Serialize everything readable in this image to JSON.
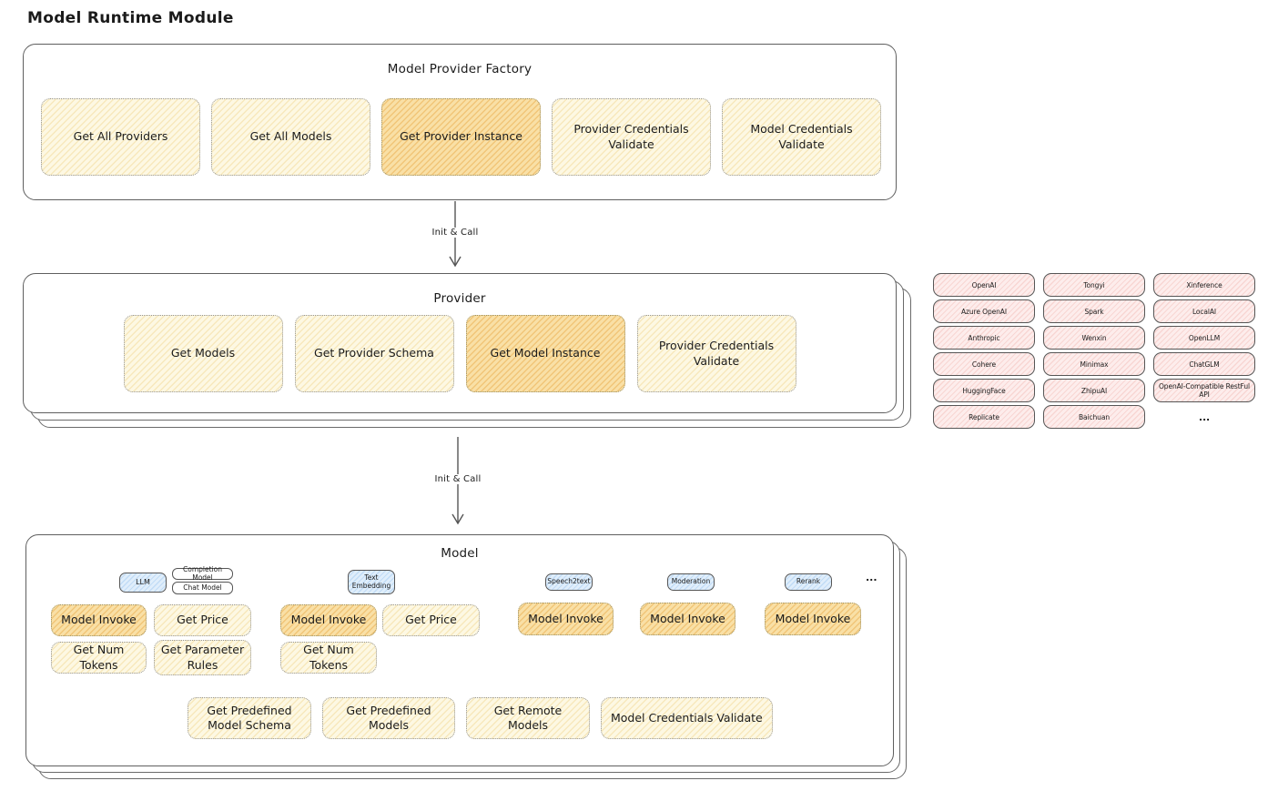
{
  "title": "Model Runtime Module",
  "arrows": {
    "arrow1": "Init & Call",
    "arrow2": "Init & Call"
  },
  "factory": {
    "title": "Model Provider Factory",
    "items": [
      {
        "label": "Get All Providers",
        "highlight": false
      },
      {
        "label": "Get All Models",
        "highlight": false
      },
      {
        "label": "Get Provider Instance",
        "highlight": true
      },
      {
        "label": "Provider Credentials Validate",
        "highlight": false
      },
      {
        "label": "Model Credentials Validate",
        "highlight": false
      }
    ]
  },
  "provider": {
    "title": "Provider",
    "items": [
      {
        "label": "Get Models",
        "highlight": false
      },
      {
        "label": "Get Provider Schema",
        "highlight": false
      },
      {
        "label": "Get Model Instance",
        "highlight": true
      },
      {
        "label": "Provider Credentials Validate",
        "highlight": false
      }
    ]
  },
  "providers_grid": {
    "cells": [
      {
        "label": "OpenAI"
      },
      {
        "label": "Tongyi"
      },
      {
        "label": "Xinference"
      },
      {
        "label": "Azure OpenAI"
      },
      {
        "label": "Spark"
      },
      {
        "label": "LocalAI"
      },
      {
        "label": "Anthropic"
      },
      {
        "label": "Wenxin"
      },
      {
        "label": "OpenLLM"
      },
      {
        "label": "Cohere"
      },
      {
        "label": "Minimax"
      },
      {
        "label": "ChatGLM"
      },
      {
        "label": "HuggingFace"
      },
      {
        "label": "ZhipuAI"
      },
      {
        "label": "OpenAI-Compatible RestFul API"
      },
      {
        "label": "Replicate"
      },
      {
        "label": "Baichuan"
      },
      {
        "label": "...",
        "plain": true
      }
    ]
  },
  "model": {
    "title": "Model",
    "tabs": {
      "llm": "LLM",
      "completion": "Completion Model",
      "chat": "Chat Model",
      "embedding": "Text Embedding",
      "speech": "Speech2text",
      "moderation": "Moderation",
      "rerank": "Rerank"
    },
    "more": "...",
    "boxes": [
      {
        "label": "Model Invoke",
        "highlight": true
      },
      {
        "label": "Get Price",
        "highlight": false
      },
      {
        "label": "Get Num Tokens",
        "highlight": false
      },
      {
        "label": "Get Parameter Rules",
        "highlight": false
      },
      {
        "label": "Model Invoke",
        "highlight": true
      },
      {
        "label": "Get Price",
        "highlight": false
      },
      {
        "label": "Get Num Tokens",
        "highlight": false
      },
      {
        "label": "Model Invoke",
        "highlight": true
      },
      {
        "label": "Model Invoke",
        "highlight": true
      },
      {
        "label": "Model Invoke",
        "highlight": true
      }
    ],
    "bottom": [
      {
        "label": "Get Predefined Model Schema"
      },
      {
        "label": "Get Predefined Models"
      },
      {
        "label": "Get Remote Models"
      },
      {
        "label": "Model Credentials Validate"
      }
    ]
  },
  "colors": {
    "node_yellow": "#fdf8e3",
    "node_highlight": "#f9e0a6",
    "node_pink": "#fdedec",
    "node_blue": "#e0eefb",
    "border_dark": "#5f5f5f"
  }
}
